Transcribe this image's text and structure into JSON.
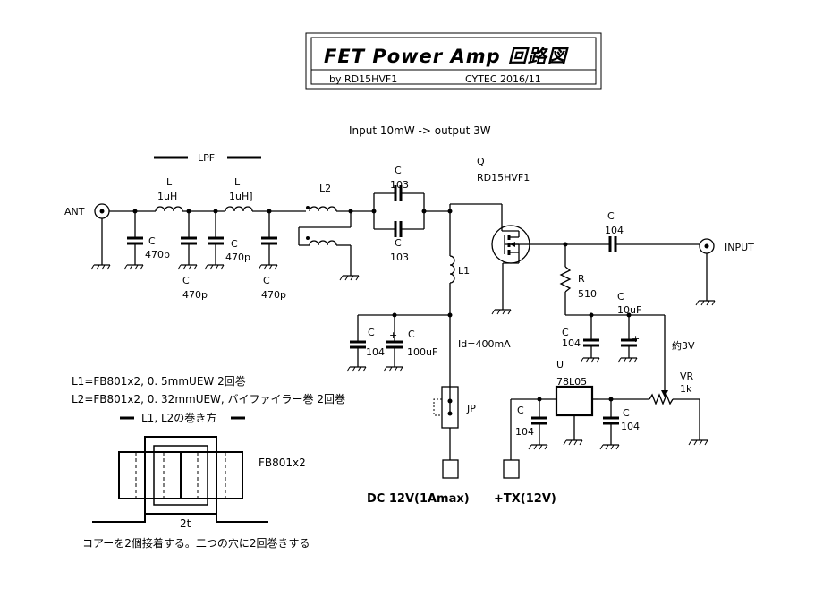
{
  "title": {
    "main": "FET Power Amp 回路図",
    "by": "by RD15HVF1",
    "credit": "CYTEC 2016/11"
  },
  "note_top": "Input 10mW -> output 3W",
  "lpf_label": "LPF",
  "ant": "ANT",
  "input": "INPUT",
  "lpf": {
    "l1_name": "L",
    "l1_val": "1uH",
    "l2_name": "L",
    "l2_val": "1uH]",
    "c1_name": "C",
    "c1_val": "470p",
    "c2_name": "C",
    "c2_val": "470p",
    "c3_name": "C",
    "c3_val": "470p",
    "c4_name": "C",
    "c4_val": "470p"
  },
  "l2_label": "L2",
  "c_top": {
    "name": "C",
    "val": "103"
  },
  "c_bot": {
    "name": "C",
    "val": "103"
  },
  "q": {
    "name": "Q",
    "part": "RD15HVF1"
  },
  "l1_label": "L1",
  "c_in": {
    "name": "C",
    "val": "104"
  },
  "r": {
    "name": "R",
    "val": "510"
  },
  "c_10uf": {
    "name": "C",
    "val": "10uF"
  },
  "c_gate104": {
    "name": "C",
    "val": "104"
  },
  "approx": "約3V",
  "vr": {
    "name": "VR",
    "val": "1k"
  },
  "u": {
    "name": "U",
    "part": "78L05"
  },
  "c_reg_in": {
    "name": "C",
    "val": "104"
  },
  "c_reg_out": {
    "name": "C",
    "val": "104"
  },
  "c_dc104": {
    "name": "C",
    "val": "104"
  },
  "c_dc100": {
    "name": "C",
    "val": "100uF"
  },
  "id": "Id=400mA",
  "jp": "JP",
  "dc_label": "DC 12V(1Amax)",
  "tx_label": "+TX(12V)",
  "notes": {
    "l1": "L1=FB801x2, 0. 5mmUEW 2回巻",
    "l2": "L2=FB801x2, 0. 32mmUEW, バイファイラー巻 2回巻",
    "winding": "L1, L2の巻き方",
    "fb": "FB801x2",
    "turns": "2t",
    "bottom": "コアーを2個接着する。二つの穴に2回巻きする"
  }
}
